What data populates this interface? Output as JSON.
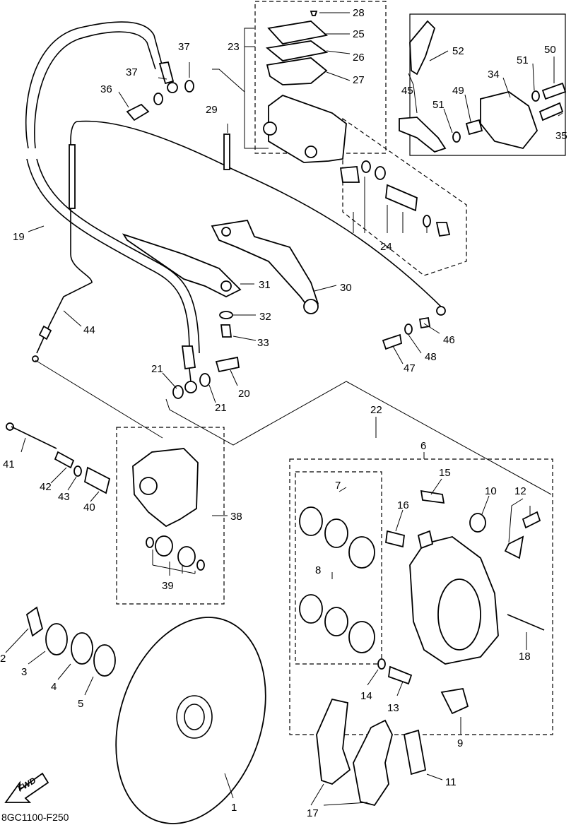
{
  "diagram_code": "8GC1100-F250",
  "fwd_label": "FWD",
  "callouts": {
    "p1": "1",
    "p2": "2",
    "p3": "3",
    "p4": "4",
    "p5": "5",
    "p6": "6",
    "p7": "7",
    "p8": "8",
    "p9": "9",
    "p10": "10",
    "p11": "11",
    "p12": "12",
    "p13": "13",
    "p14": "14",
    "p15": "15",
    "p16": "16",
    "p17": "17",
    "p18": "18",
    "p19": "19",
    "p20": "20",
    "p21a": "21",
    "p21b": "21",
    "p22": "22",
    "p23": "23",
    "p24": "24",
    "p25": "25",
    "p26": "26",
    "p27": "27",
    "p28": "28",
    "p29": "29",
    "p30": "30",
    "p31": "31",
    "p32": "32",
    "p33": "33",
    "p34": "34",
    "p35": "35",
    "p36": "36",
    "p37a": "37",
    "p37b": "37",
    "p38": "38",
    "p39": "39",
    "p40": "40",
    "p41": "41",
    "p42": "42",
    "p43": "43",
    "p44": "44",
    "p45": "45",
    "p46": "46",
    "p47": "47",
    "p48": "48",
    "p49": "49",
    "p50": "50",
    "p51a": "51",
    "p51b": "51",
    "p52": "52"
  }
}
